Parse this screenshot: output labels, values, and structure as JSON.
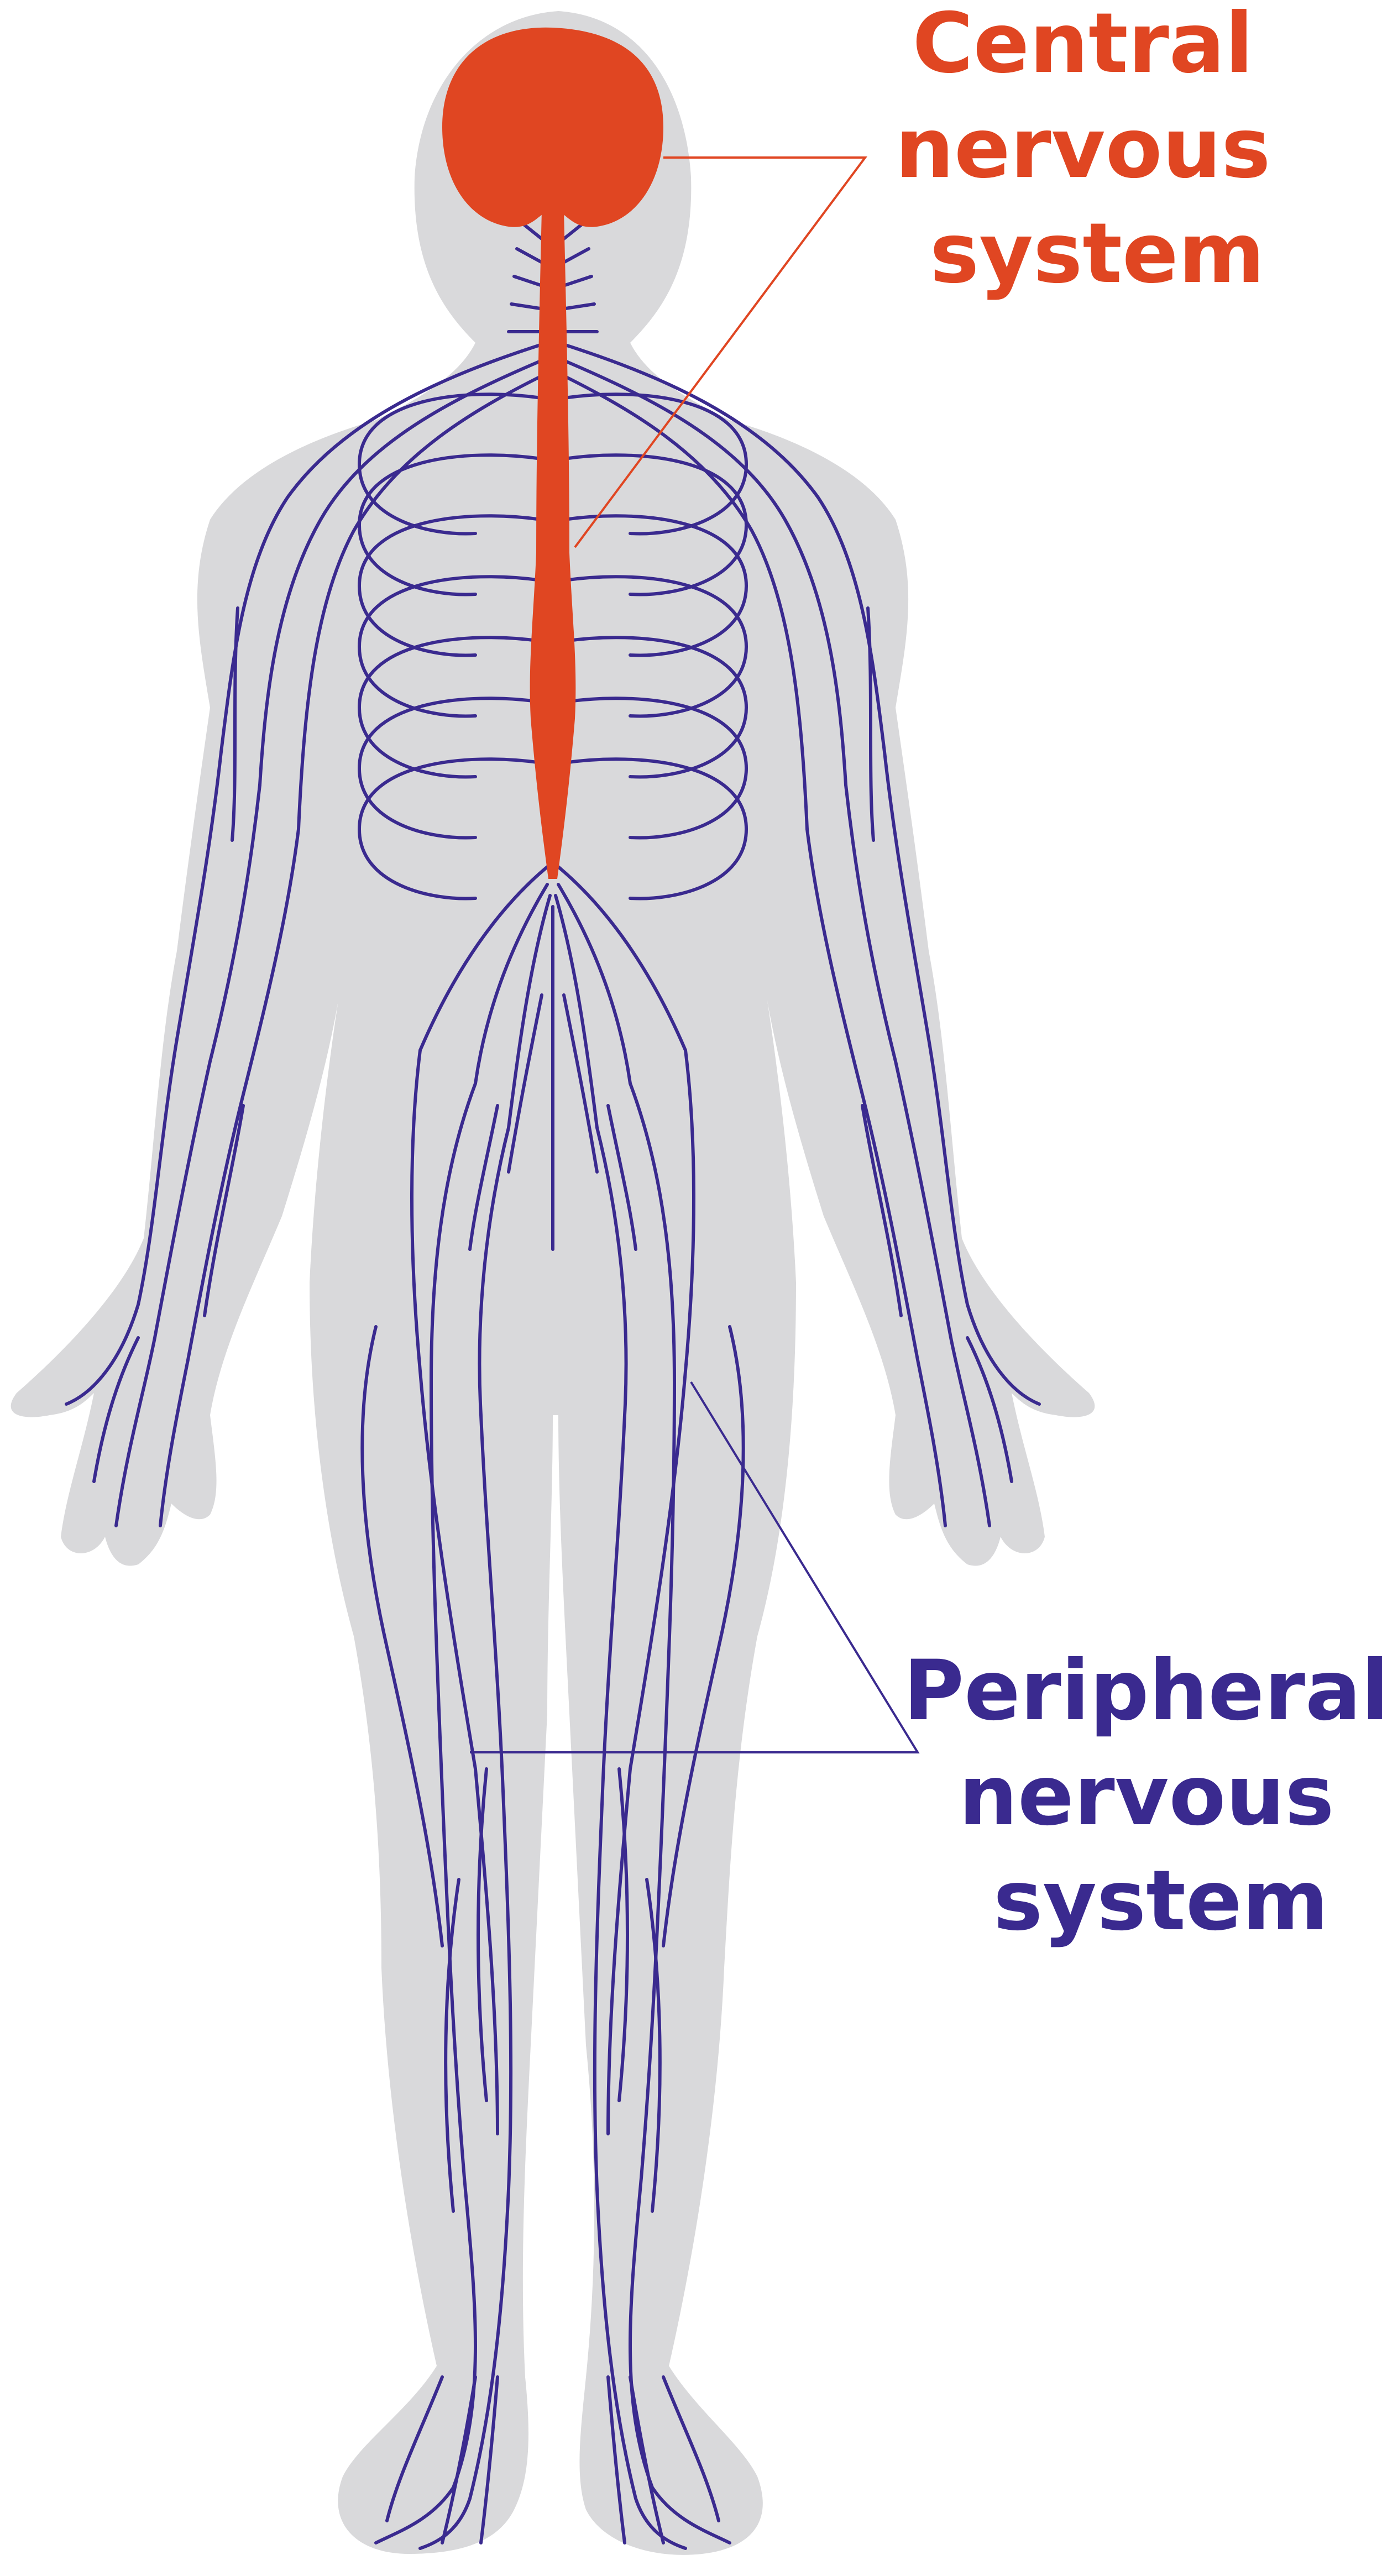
{
  "labels": {
    "central": [
      "Central",
      "nervous",
      "system"
    ],
    "peripheral": [
      "Peripheral",
      "nervous",
      "system"
    ]
  },
  "colors": {
    "background": "#ffffff",
    "body_silhouette": "#d9d9db",
    "central_nervous_system": "#e04622",
    "peripheral_nervous_system": "#3a2a8f",
    "central_label": "#e04622",
    "peripheral_label": "#3a2a8f"
  }
}
